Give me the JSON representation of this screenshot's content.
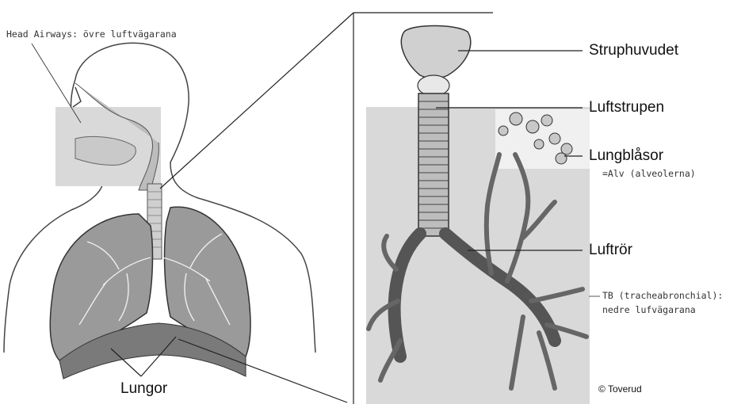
{
  "labels": {
    "head_airways": "Head Airways: övre luftvägarana",
    "lungor": "Lungor",
    "struphuvudet": "Struphuvudet",
    "luftstrupen": "Luftstrupen",
    "lungblasor": "Lungblåsor",
    "alv": "=Alv (alveolerna)",
    "luftror": "Luftrör",
    "tb_line1": "TB (tracheabronchial):",
    "tb_line2": "nedre lufvägarana",
    "credit": "© Toverud"
  },
  "colors": {
    "region_shade": "#d9d9d9",
    "alveoli_shade": "#f0f0f0",
    "lung_fill": "#9a9a9a",
    "outline": "#333333"
  }
}
